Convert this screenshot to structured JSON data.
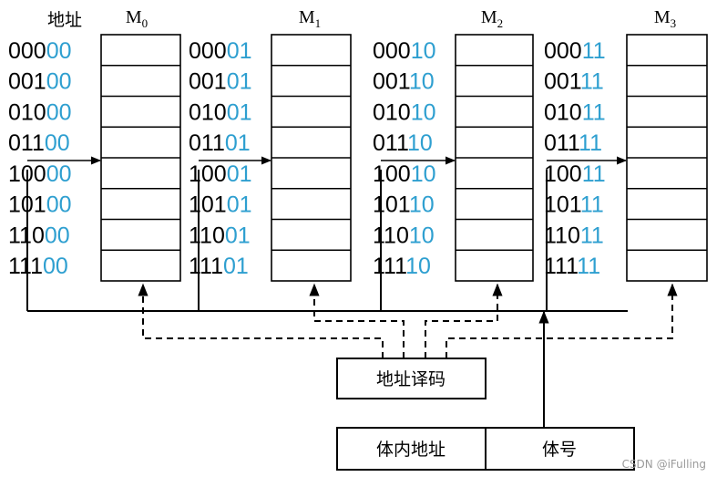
{
  "address_header": "地址",
  "accent_color": "#2e9fd0",
  "text_color": "#000000",
  "modules": [
    {
      "name": "M",
      "subscript": "0",
      "addresses": [
        {
          "prefix": "000",
          "suffix": "00"
        },
        {
          "prefix": "001",
          "suffix": "00"
        },
        {
          "prefix": "010",
          "suffix": "00"
        },
        {
          "prefix": "011",
          "suffix": "00"
        },
        {
          "prefix": "100",
          "suffix": "00"
        },
        {
          "prefix": "101",
          "suffix": "00"
        },
        {
          "prefix": "110",
          "suffix": "00"
        },
        {
          "prefix": "111",
          "suffix": "00"
        }
      ]
    },
    {
      "name": "M",
      "subscript": "1",
      "addresses": [
        {
          "prefix": "000",
          "suffix": "01"
        },
        {
          "prefix": "001",
          "suffix": "01"
        },
        {
          "prefix": "010",
          "suffix": "01"
        },
        {
          "prefix": "011",
          "suffix": "01"
        },
        {
          "prefix": "100",
          "suffix": "01"
        },
        {
          "prefix": "101",
          "suffix": "01"
        },
        {
          "prefix": "110",
          "suffix": "01"
        },
        {
          "prefix": "111",
          "suffix": "01"
        }
      ]
    },
    {
      "name": "M",
      "subscript": "2",
      "addresses": [
        {
          "prefix": "000",
          "suffix": "10"
        },
        {
          "prefix": "001",
          "suffix": "10"
        },
        {
          "prefix": "010",
          "suffix": "10"
        },
        {
          "prefix": "011",
          "suffix": "10"
        },
        {
          "prefix": "100",
          "suffix": "10"
        },
        {
          "prefix": "101",
          "suffix": "10"
        },
        {
          "prefix": "110",
          "suffix": "10"
        },
        {
          "prefix": "111",
          "suffix": "10"
        }
      ]
    },
    {
      "name": "M",
      "subscript": "3",
      "addresses": [
        {
          "prefix": "000",
          "suffix": "11"
        },
        {
          "prefix": "001",
          "suffix": "11"
        },
        {
          "prefix": "010",
          "suffix": "11"
        },
        {
          "prefix": "011",
          "suffix": "11"
        },
        {
          "prefix": "100",
          "suffix": "11"
        },
        {
          "prefix": "101",
          "suffix": "11"
        },
        {
          "prefix": "110",
          "suffix": "11"
        },
        {
          "prefix": "111",
          "suffix": "11"
        }
      ]
    }
  ],
  "decoder_label": "地址译码",
  "register": {
    "offset_label": "体内地址",
    "bank_label": "体号"
  },
  "watermark": "CSDN @iFulling"
}
